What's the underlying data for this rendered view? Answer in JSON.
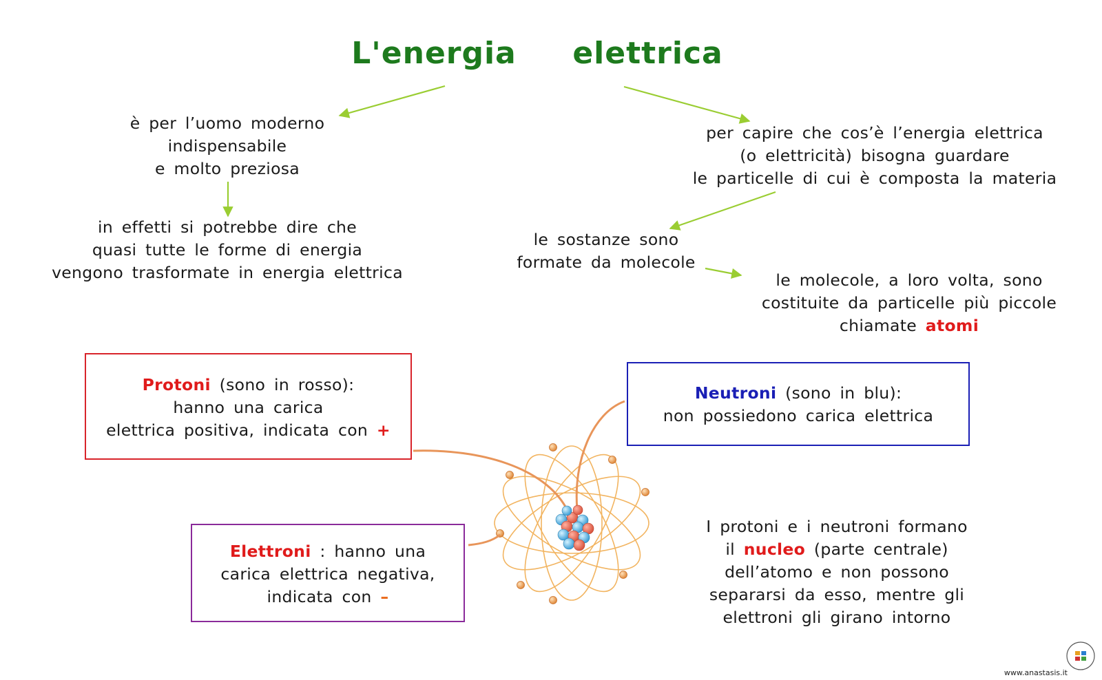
{
  "title": {
    "word1": "L'energia",
    "word2": "elettrica"
  },
  "left_branch": {
    "node1": [
      "è  per  l’uomo  moderno",
      "indispensabile",
      "e  molto  preziosa"
    ],
    "node2": [
      "in  effetti  si  potrebbe  dire  che",
      "quasi  tutte  le  forme  di  energia",
      "vengono  trasformate  in  energia  elettrica"
    ]
  },
  "right_branch": {
    "node1": [
      "per  capire  che  cos’è  l’energia  elettrica",
      "(o  elettricità)  bisogna  guardare",
      "le  particelle  di  cui  è  composta  la  materia"
    ],
    "node2": [
      "le  sostanze  sono",
      "formate  da  molecole"
    ],
    "node3": {
      "line1": "le  molecole,  a  loro  volta,  sono",
      "line2": "costituite  da  particelle  più  piccole",
      "line3_prefix": "chiamate",
      "line3_highlight": "atomi"
    }
  },
  "protoni": {
    "term": "Protoni",
    "line1_rest": "(sono  in  rosso):",
    "line2": "hanno  una  carica",
    "line3": "elettrica  positiva,  indicata  con",
    "symbol": "+"
  },
  "neutroni": {
    "term": "Neutroni",
    "line1_rest": "(sono  in  blu):",
    "line2": "non  possiedono  carica  elettrica"
  },
  "elettroni": {
    "term": "Elettroni",
    "line1_rest": ":  hanno  una",
    "line2": "carica  elettrica  negativa,",
    "line3": "indicata  con",
    "symbol": "–"
  },
  "nucleo_text": {
    "line1": "I  protoni  e  i  neutroni  formano",
    "line2_prefix": "il",
    "line2_highlight": "nucleo",
    "line2_suffix": "(parte  centrale)",
    "line3": "dell’atomo  e  non  possono",
    "line4": "separarsi  da  esso,  mentre  gli",
    "line5": "elettroni  gli  girano  intorno"
  },
  "footer": {
    "url": "www.anastasis.it"
  },
  "colors": {
    "title": "#1d7a1d",
    "arrow": "#9acd32",
    "proton": "#e01b1b",
    "neutron": "#1a1fb5",
    "electron_box": "#8a2a9a",
    "orbit": "#f2b460",
    "connector": "#e8955a"
  }
}
